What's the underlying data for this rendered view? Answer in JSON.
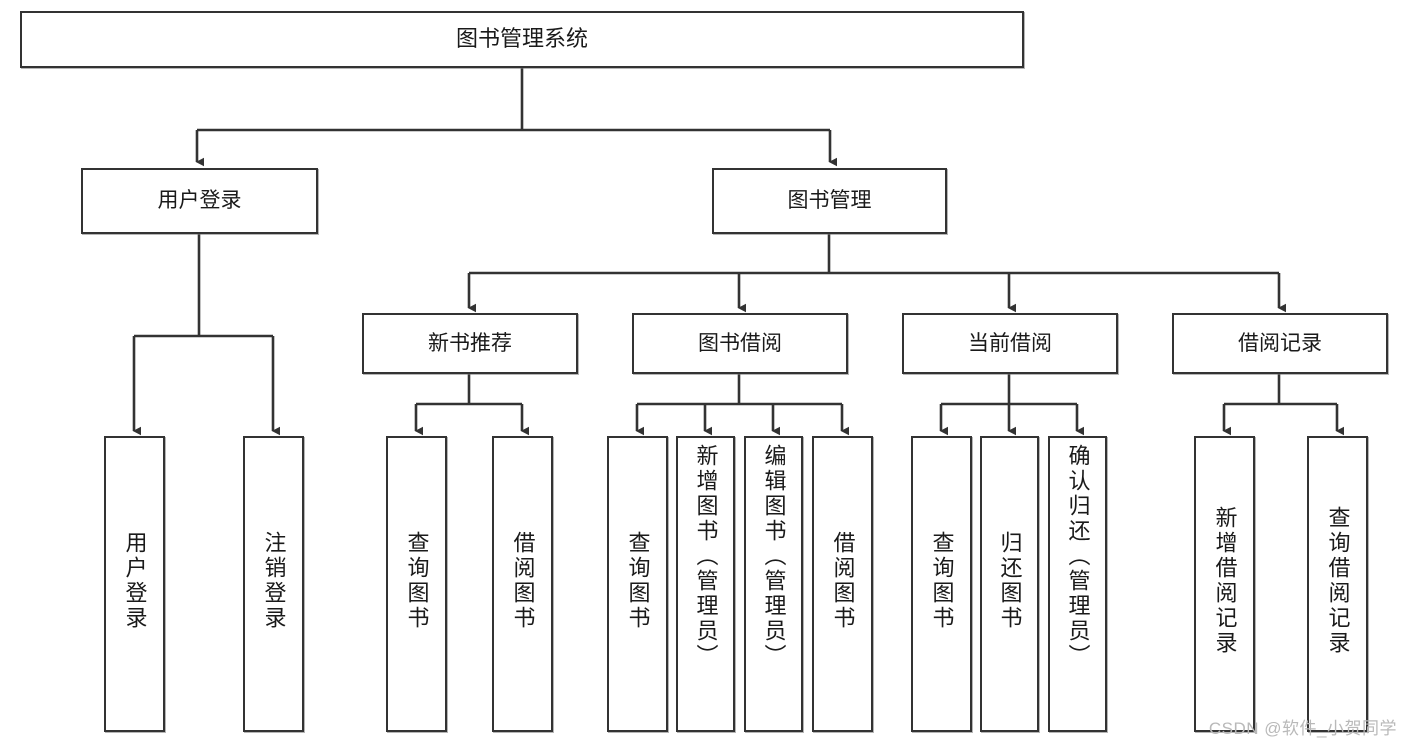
{
  "diagram": {
    "title": "图书管理系统",
    "type": "tree",
    "watermark": "CSDN @软件_小贺同学",
    "colors": {
      "node_border": "#333333",
      "node_fill": "#ffffff",
      "edge": "#333333",
      "text": "#1a1a1a",
      "watermark": "#b9b9b9"
    },
    "nodes": {
      "root": {
        "label": "图书管理系统"
      },
      "level2": [
        {
          "id": "user-login",
          "label": "用户登录"
        },
        {
          "id": "book-management",
          "label": "图书管理"
        }
      ],
      "level3": [
        {
          "id": "new-book-recommend",
          "label": "新书推荐"
        },
        {
          "id": "book-borrow",
          "label": "图书借阅"
        },
        {
          "id": "current-borrow",
          "label": "当前借阅"
        },
        {
          "id": "borrow-record",
          "label": "借阅记录"
        }
      ],
      "leaves": {
        "user-login": [
          {
            "id": "leaf-user-login",
            "label": "用户登录"
          },
          {
            "id": "leaf-logout-login",
            "label": "注销登录"
          }
        ],
        "new-book-recommend": [
          {
            "id": "leaf-query-book-1",
            "label": "查询图书"
          },
          {
            "id": "leaf-borrow-book-1",
            "label": "借阅图书"
          }
        ],
        "book-borrow": [
          {
            "id": "leaf-query-book-2",
            "label": "查询图书"
          },
          {
            "id": "leaf-add-book-admin",
            "label": "新增图书（管理员）"
          },
          {
            "id": "leaf-edit-book-admin",
            "label": "编辑图书（管理员）"
          },
          {
            "id": "leaf-borrow-book-2",
            "label": "借阅图书"
          }
        ],
        "current-borrow": [
          {
            "id": "leaf-query-book-3",
            "label": "查询图书"
          },
          {
            "id": "leaf-return-book",
            "label": "归还图书"
          },
          {
            "id": "leaf-confirm-return-admin",
            "label": "确认归还（管理员）"
          }
        ],
        "borrow-record": [
          {
            "id": "leaf-add-borrow-record",
            "label": "新增借阅记录"
          },
          {
            "id": "leaf-query-borrow-record",
            "label": "查询借阅记录"
          }
        ]
      }
    }
  }
}
